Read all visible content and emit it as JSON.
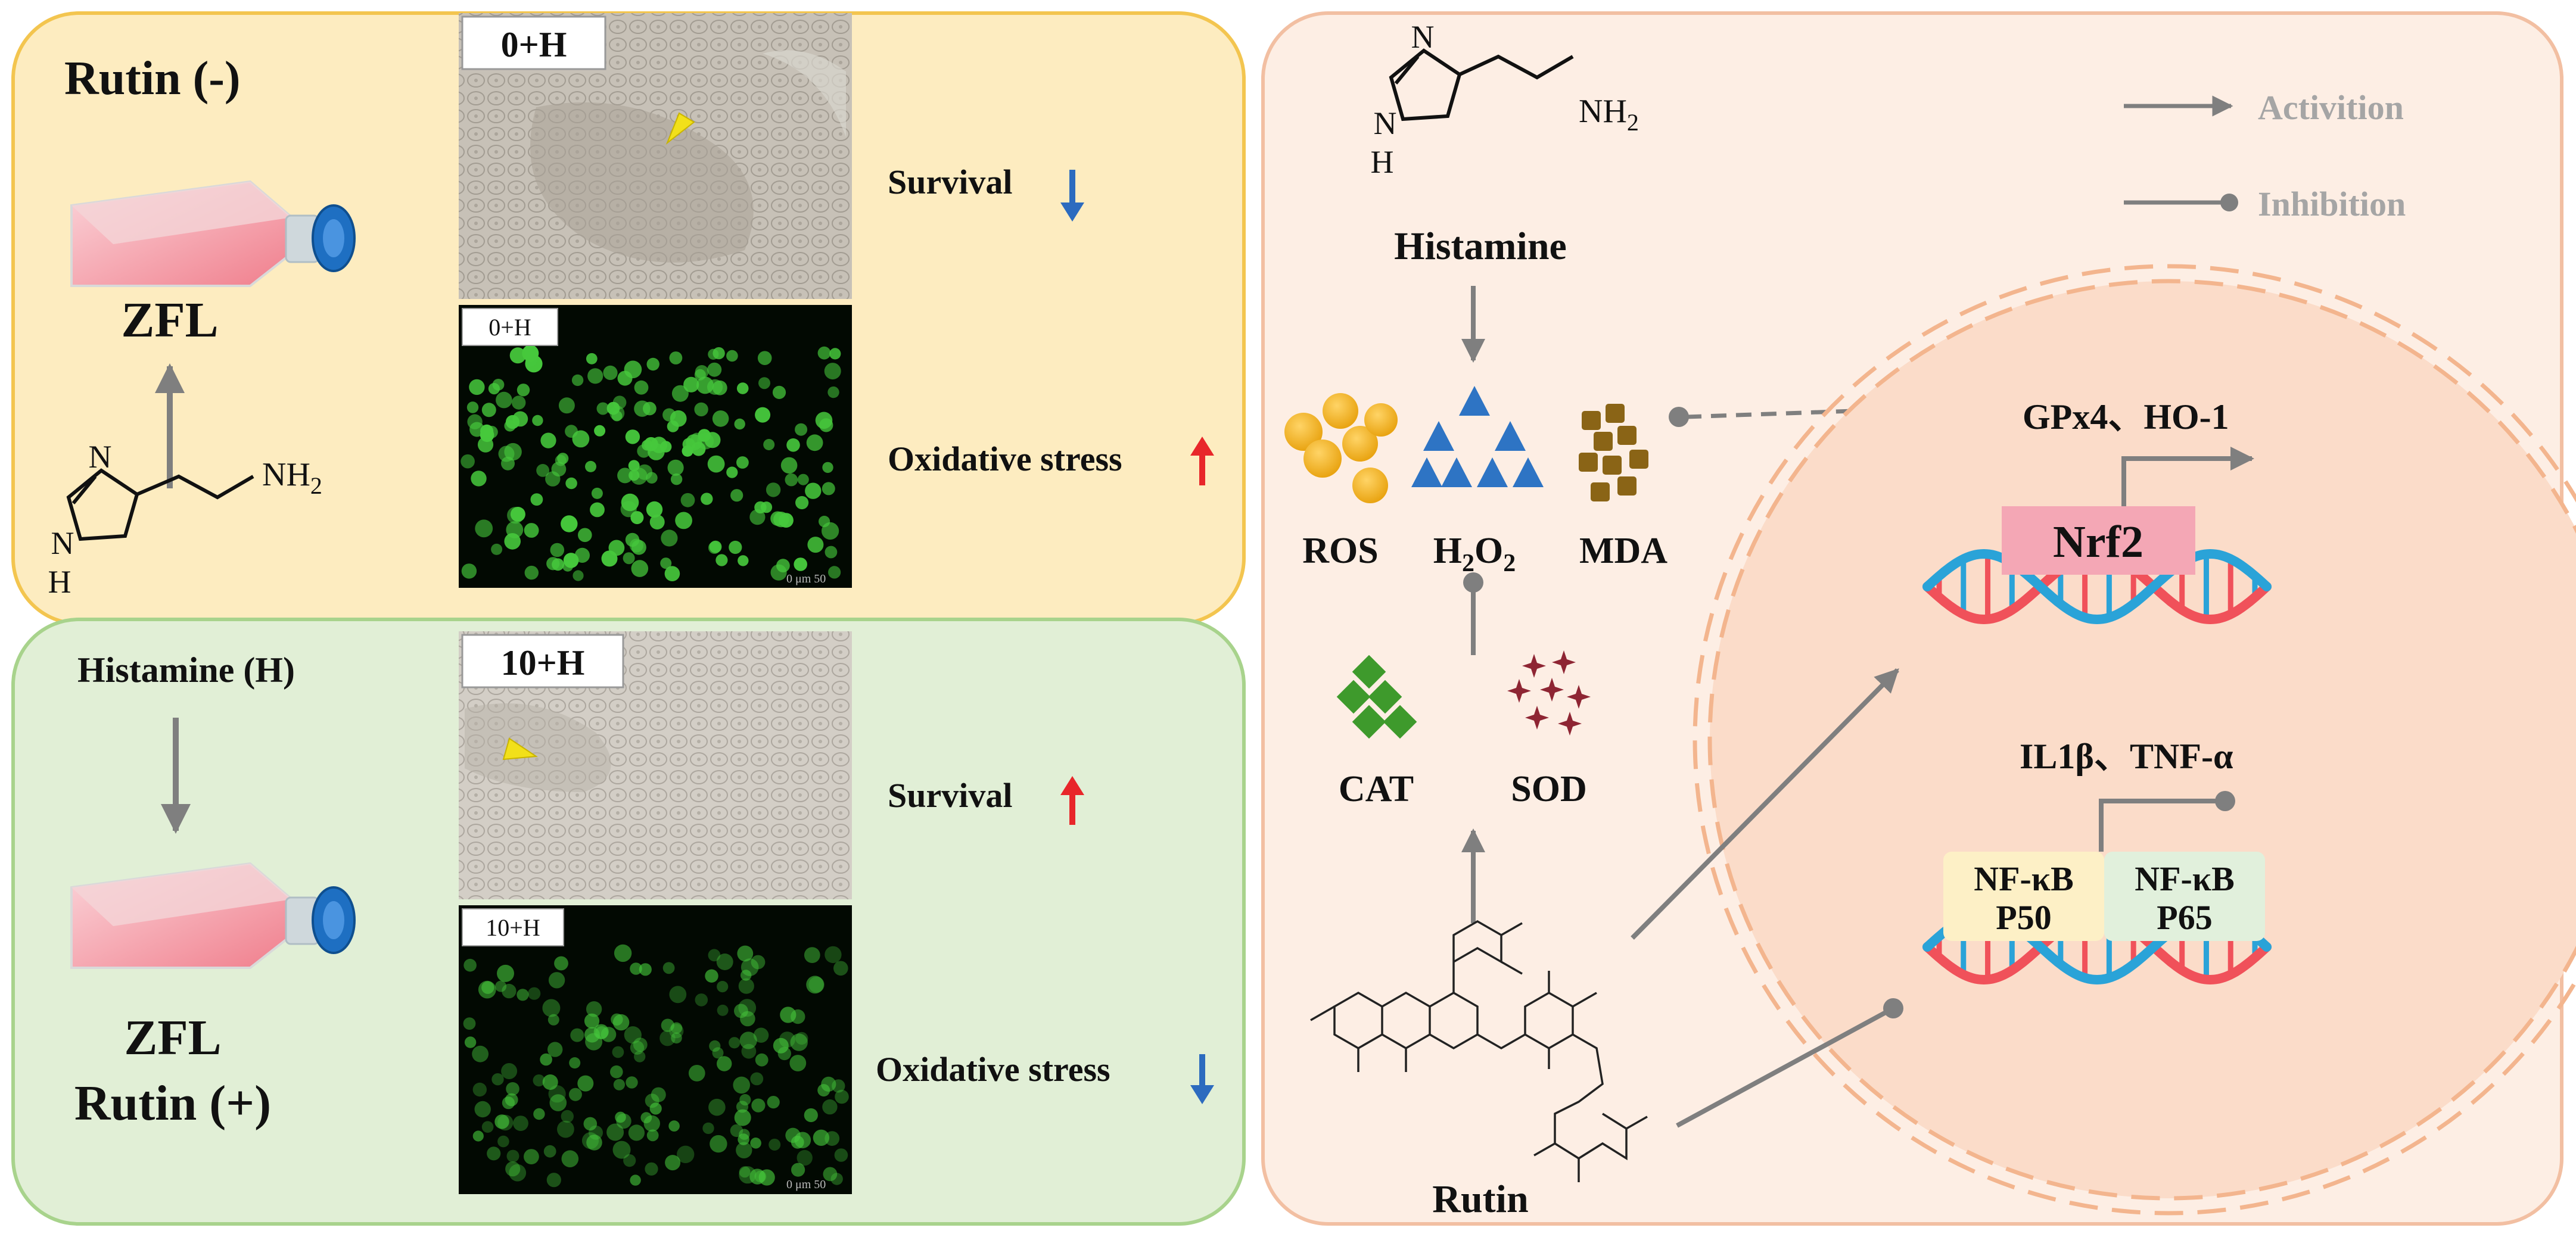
{
  "left_panels": {
    "top": {
      "title": "Rutin (-)",
      "cell_label": "ZFL",
      "histamine_label": "Histamine (H)",
      "micrograph_bright_label": "0+H",
      "micrograph_fluor_label": "0+H",
      "scale_text": "0    μm    50",
      "outcomes": [
        {
          "text": "Survival",
          "direction": "down"
        },
        {
          "text": "Oxidative stress",
          "direction": "up"
        }
      ]
    },
    "bottom": {
      "cell_label": "ZFL",
      "condition_label": "Rutin (+)",
      "micrograph_bright_label": "10+H",
      "micrograph_fluor_label": "10+H",
      "scale_text": "0    μm    50",
      "outcomes": [
        {
          "text": "Survival",
          "direction": "up"
        },
        {
          "text": "Oxidative stress",
          "direction": "down"
        }
      ]
    }
  },
  "right_panel": {
    "histamine_label": "Histamine",
    "nh2_label": "NH",
    "nh2_sub": "2",
    "ring_n_label": "N",
    "ring_h_label": "H",
    "legend": [
      {
        "text": "Activition",
        "type": "arrow"
      },
      {
        "text": "Inhibition",
        "type": "inhibit"
      }
    ],
    "ros_label": "ROS",
    "h2o2_label": "H",
    "h2o2_sub1": "2",
    "h2o2_mid": "O",
    "h2o2_sub2": "2",
    "mda_label": "MDA",
    "cat_label": "CAT",
    "sod_label": "SOD",
    "rutin_label": "Rutin",
    "gene_top_label": "GPx4、HO-1",
    "nrf2_label": "Nrf2",
    "gene_bottom_label": "IL1β、TNF-α",
    "nfkb_p50_line1": "NF-κB",
    "nfkb_p50_line2": "P50",
    "nfkb_p65_line1": "NF-κB",
    "nfkb_p65_line2": "P65"
  },
  "colors": {
    "top_panel_fill": "#fdecc0",
    "top_panel_border": "#f3c54f",
    "bottom_panel_fill": "#e1efd6",
    "bottom_panel_border": "#a8d38c",
    "right_panel_fill": "#fdeee4",
    "right_panel_border": "#f2bfa2",
    "nucleus_fill": "#fbdcc9",
    "nucleus_border": "#f3b58e",
    "ros_yellow": "#f3b31f",
    "h2o2_blue": "#2e74c4",
    "mda_brown": "#8a6416",
    "cat_green": "#3e9a2c",
    "sod_red": "#8e2533",
    "arrow_gray": "#7f7f7f",
    "legend_gray": "#a5a5a5",
    "dna_red": "#f0515a",
    "dna_blue": "#2aa3d8",
    "nrf2_box": "#f4a7b5",
    "p50_box": "#fdf0c6",
    "p65_box": "#e1f0dc",
    "down_arrow_blue": "#2c6bbf",
    "up_arrow_red": "#e8262a"
  }
}
